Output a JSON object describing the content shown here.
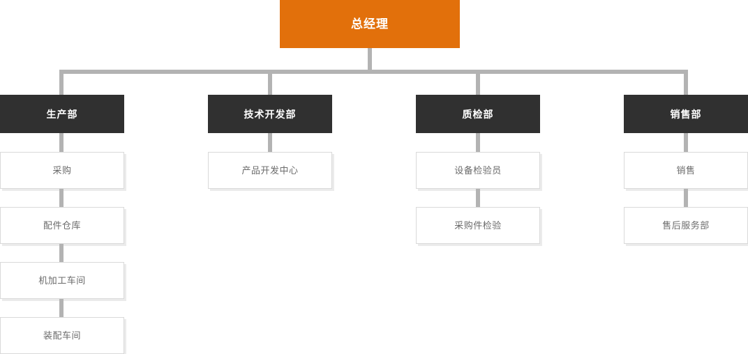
{
  "chart_data": {
    "type": "diagram",
    "diagram_type": "organization-chart",
    "title": "",
    "orientation": "top-down",
    "levels": 3,
    "colors": {
      "root_fill": "#e2700b",
      "root_text": "#ffffff",
      "department_fill": "#303030",
      "department_text": "#ffffff",
      "sub_fill": "#ffffff",
      "sub_border": "#d9d9d9",
      "sub_text": "#6b6b6b",
      "connector": "#b3b3b3"
    }
  },
  "root": {
    "label": "总经理"
  },
  "departments": [
    {
      "label": "生产部",
      "children": [
        {
          "label": "采购"
        },
        {
          "label": "配件仓库"
        },
        {
          "label": "机加工车间"
        },
        {
          "label": "装配车间"
        }
      ]
    },
    {
      "label": "技术开发部",
      "children": [
        {
          "label": "产品开发中心"
        }
      ]
    },
    {
      "label": "质检部",
      "children": [
        {
          "label": "设备检验员"
        },
        {
          "label": "采购件检验"
        }
      ]
    },
    {
      "label": "销售部",
      "children": [
        {
          "label": "销售"
        },
        {
          "label": "售后服务部"
        }
      ]
    }
  ]
}
